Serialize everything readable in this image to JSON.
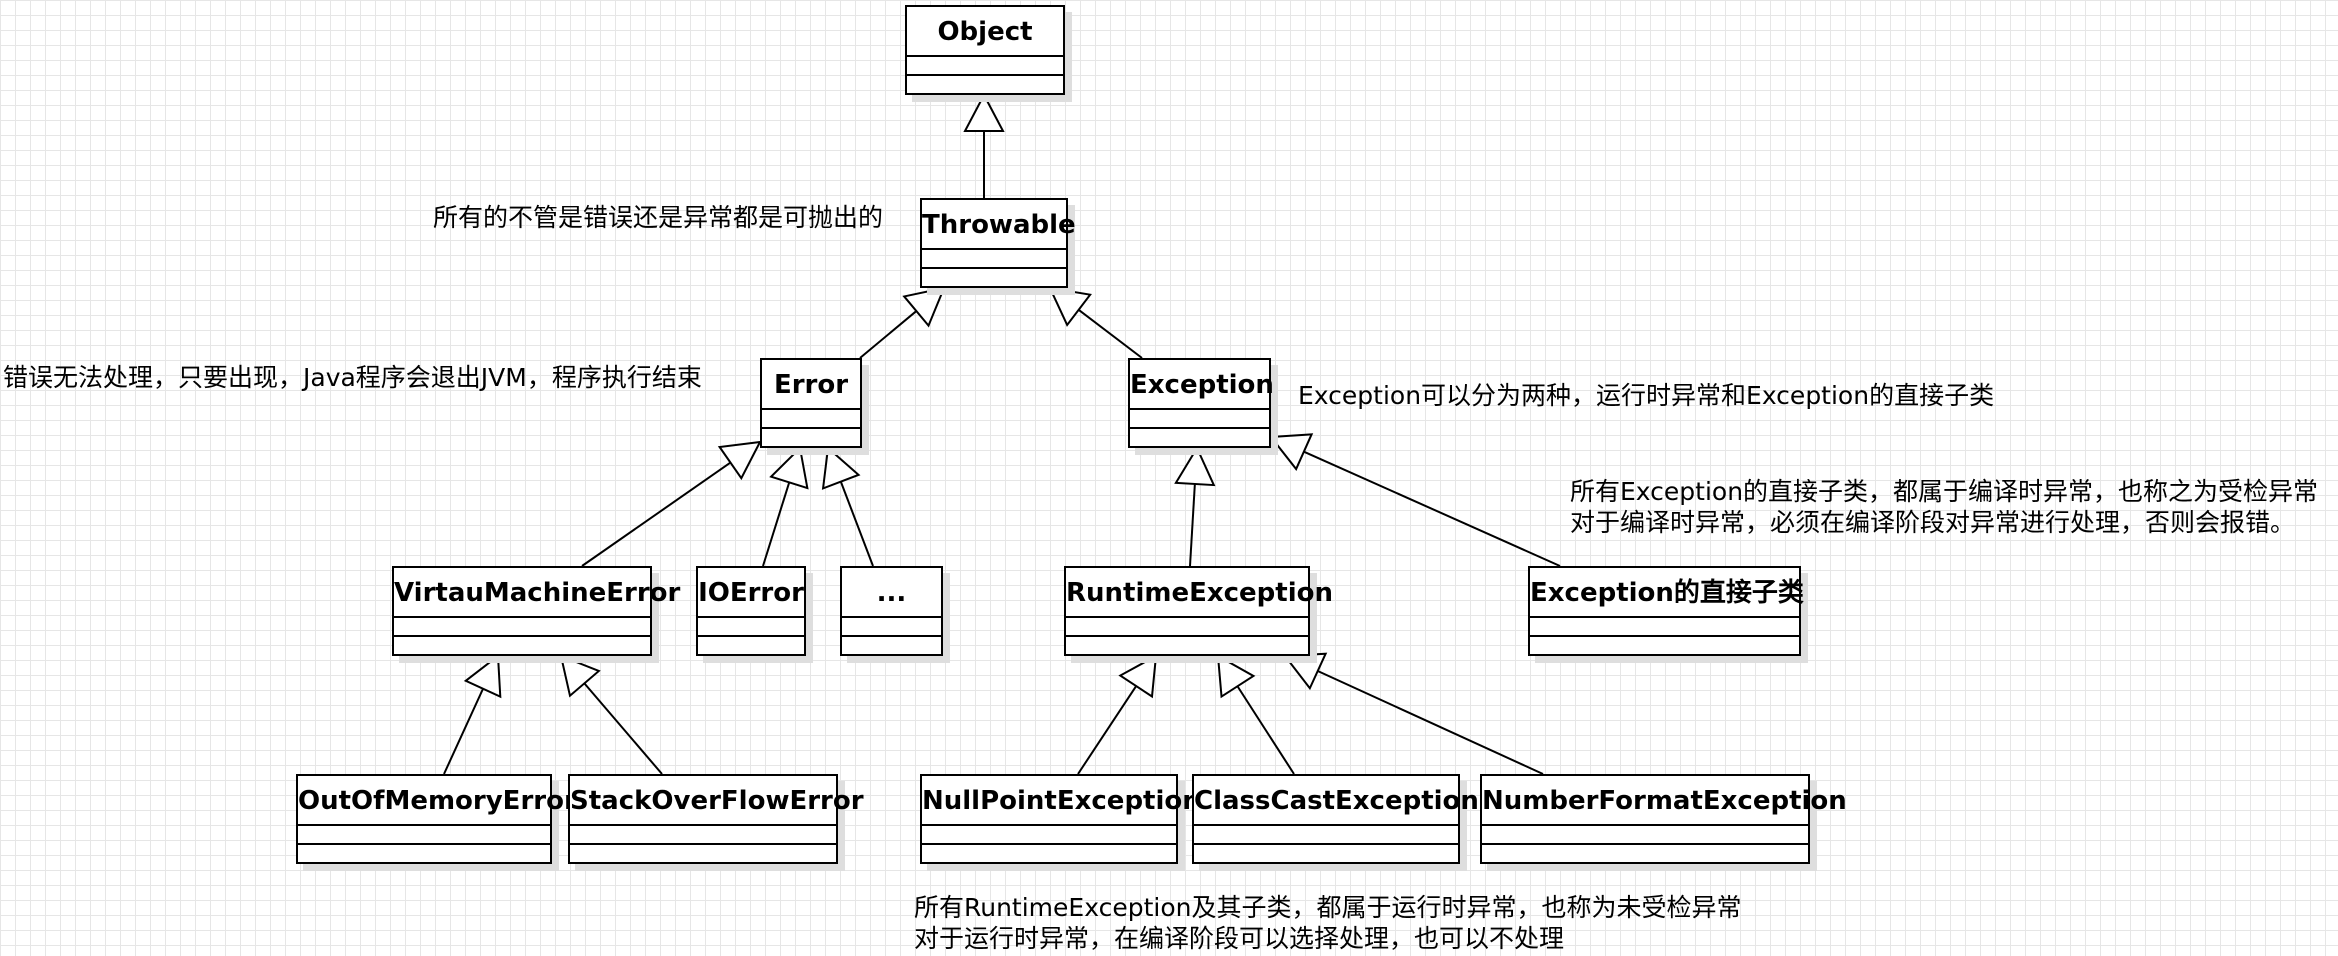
{
  "classes": {
    "object": "Object",
    "throwable": "Throwable",
    "error": "Error",
    "exception": "Exception",
    "virtual_machine_error": "VirtauMachineError",
    "io_error": "IOError",
    "ellipsis": "...",
    "runtime_exception": "RuntimeException",
    "exception_direct_subclass": "Exception的直接子类",
    "out_of_memory_error": "OutOfMemoryError",
    "stack_overflow_error": "StackOverFlowError",
    "null_point_exception": "NullPointException",
    "class_cast_exception": "ClassCastException",
    "number_format_exception": "NumberFormatException"
  },
  "notes": {
    "throwable": "所有的不管是错误还是异常都是可抛出的",
    "error": "错误无法处理，只要出现，Java程序会退出JVM，程序执行结束",
    "exception": "Exception可以分为两种，运行时异常和Exception的直接子类",
    "checked_line1": "所有Exception的直接子类，都属于编译时异常，也称之为受检异常",
    "checked_line2": "对于编译时异常，必须在编译阶段对异常进行处理，否则会报错。",
    "runtime_line1": "所有RuntimeException及其子类，都属于运行时异常，也称为未受检异常",
    "runtime_line2": "对于运行时异常，在编译阶段可以选择处理，也可以不处理"
  },
  "relations": [
    {
      "child": "Throwable",
      "parent": "Object"
    },
    {
      "child": "Error",
      "parent": "Throwable"
    },
    {
      "child": "Exception",
      "parent": "Throwable"
    },
    {
      "child": "VirtauMachineError",
      "parent": "Error"
    },
    {
      "child": "IOError",
      "parent": "Error"
    },
    {
      "child": "...",
      "parent": "Error"
    },
    {
      "child": "RuntimeException",
      "parent": "Exception"
    },
    {
      "child": "Exception的直接子类",
      "parent": "Exception"
    },
    {
      "child": "OutOfMemoryError",
      "parent": "VirtauMachineError"
    },
    {
      "child": "StackOverFlowError",
      "parent": "VirtauMachineError"
    },
    {
      "child": "NullPointException",
      "parent": "RuntimeException"
    },
    {
      "child": "ClassCastException",
      "parent": "RuntimeException"
    },
    {
      "child": "NumberFormatException",
      "parent": "RuntimeException"
    }
  ],
  "colors": {
    "line": "#000000",
    "grid": "#e6e6e6",
    "shadow": "#dedede"
  }
}
